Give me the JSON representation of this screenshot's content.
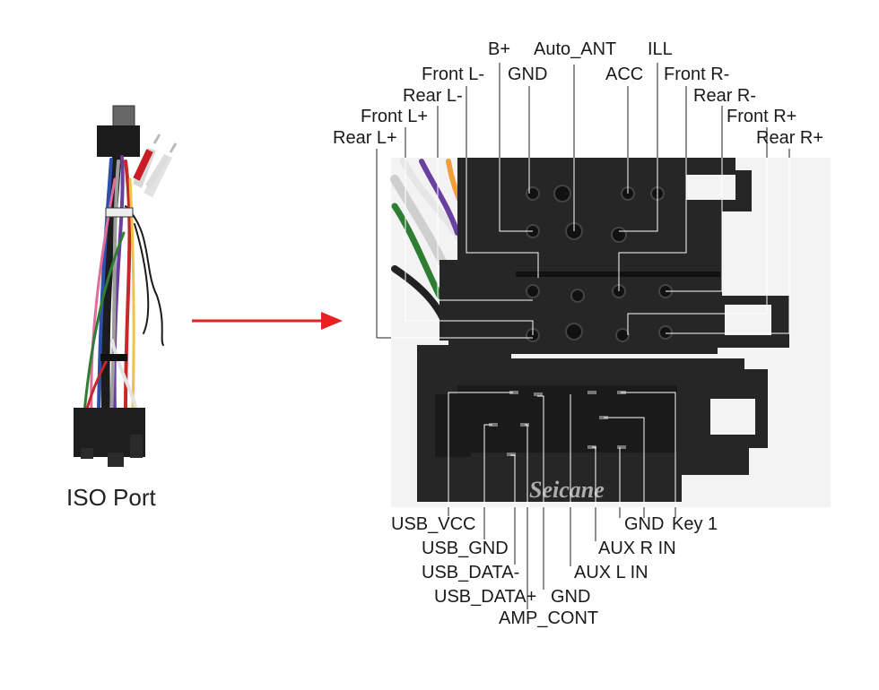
{
  "caption": "ISO Port",
  "watermark": "Seicane",
  "arrow_color": "#e8201f",
  "pin_labels_top": {
    "b_plus": "B+",
    "auto_ant": "Auto_ANT",
    "ill": "ILL",
    "front_l_minus": "Front L-",
    "gnd": "GND",
    "acc": "ACC",
    "front_r_minus": "Front R-",
    "rear_l_minus": "Rear L-",
    "rear_r_minus": "Rear R-",
    "front_l_plus": "Front L+",
    "front_r_plus": "Front R+",
    "rear_l_plus": "Rear L+",
    "rear_r_plus": "Rear R+"
  },
  "pin_labels_bottom": {
    "usb_vcc": "USB_VCC",
    "gnd_key": "GND",
    "key1": "Key 1",
    "usb_gnd": "USB_GND",
    "aux_r_in": "AUX R IN",
    "usb_data_minus": "USB_DATA-",
    "aux_l_in": "AUX L IN",
    "usb_data_plus": "USB_DATA+",
    "gnd2": "GND",
    "amp_cont": "AMP_CONT"
  }
}
